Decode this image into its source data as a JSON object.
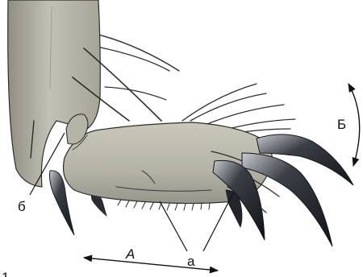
{
  "labels": {
    "a": "а",
    "A": "A",
    "B": "Б",
    "b": "б",
    "figure_number": "1"
  },
  "colors": {
    "leg": "#b9b8aa",
    "leg_dark": "#8d8c80",
    "leg_light": "#d4d3c7",
    "outline": "#2e2e2a",
    "claw": "#1d2024",
    "claw_highlight": "#c4c7cc",
    "seta": "#2c2c28",
    "annotation": "#111111"
  }
}
